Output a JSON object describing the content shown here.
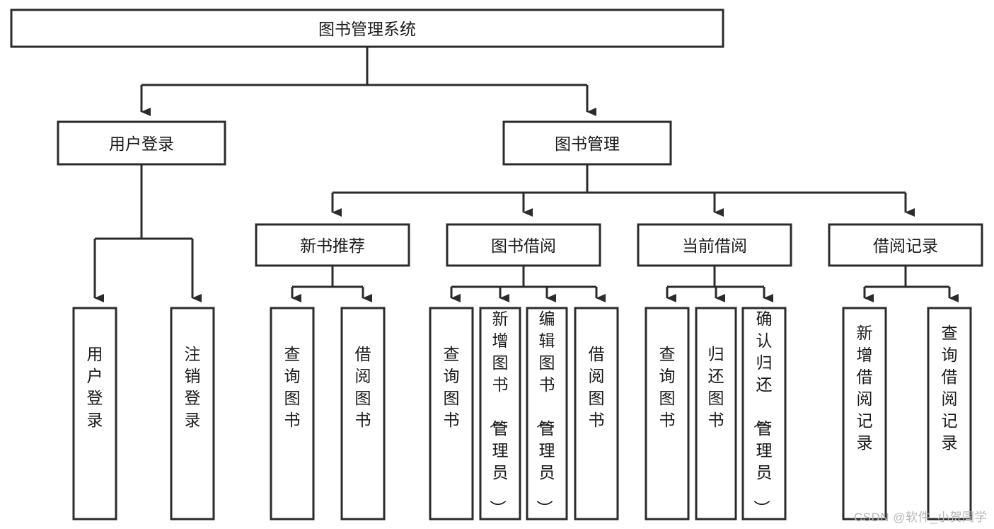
{
  "diagram": {
    "title": "图书管理系统",
    "type": "tree-hierarchy",
    "root": {
      "id": "root",
      "label": "图书管理系统",
      "level": 0
    },
    "level2": [
      {
        "id": "user-login",
        "label": "用户登录"
      },
      {
        "id": "book-manage",
        "label": "图书管理"
      }
    ],
    "level3": [
      {
        "id": "new-book-recommend",
        "label": "新书推荐",
        "parent": "book-manage"
      },
      {
        "id": "book-borrow",
        "label": "图书借阅",
        "parent": "book-manage"
      },
      {
        "id": "current-borrow",
        "label": "当前借阅",
        "parent": "book-manage"
      },
      {
        "id": "borrow-record",
        "label": "借阅记录",
        "parent": "book-manage"
      }
    ],
    "leaves": [
      {
        "id": "leaf-user-login",
        "label": "用户登录",
        "parent": "user-login"
      },
      {
        "id": "leaf-logout-login",
        "label": "注销登录",
        "parent": "user-login"
      },
      {
        "id": "leaf-query-book-1",
        "label": "查询图书",
        "parent": "new-book-recommend"
      },
      {
        "id": "leaf-borrow-book-1",
        "label": "借阅图书",
        "parent": "new-book-recommend"
      },
      {
        "id": "leaf-query-book-2",
        "label": "查询图书",
        "parent": "book-borrow"
      },
      {
        "id": "leaf-add-book",
        "label": "新增图书（管理员）",
        "parent": "book-borrow"
      },
      {
        "id": "leaf-edit-book",
        "label": "编辑图书（管理员）",
        "parent": "book-borrow"
      },
      {
        "id": "leaf-borrow-book-2",
        "label": "借阅图书",
        "parent": "book-borrow"
      },
      {
        "id": "leaf-query-book-3",
        "label": "查询图书",
        "parent": "current-borrow"
      },
      {
        "id": "leaf-return-book",
        "label": "归还图书",
        "parent": "current-borrow"
      },
      {
        "id": "leaf-confirm-return",
        "label": "确认归还（管理员）",
        "parent": "current-borrow"
      },
      {
        "id": "leaf-add-record",
        "label": "新增借阅记录",
        "parent": "borrow-record"
      },
      {
        "id": "leaf-query-record",
        "label": "查询借阅记录",
        "parent": "borrow-record"
      }
    ],
    "colors": {
      "stroke": "#2b2b2b",
      "fill": "#ffffff",
      "text": "#1a1a1a",
      "watermark": "#b6b6b6"
    }
  },
  "watermark": {
    "text": "CSDN @软件_小贺同学"
  }
}
